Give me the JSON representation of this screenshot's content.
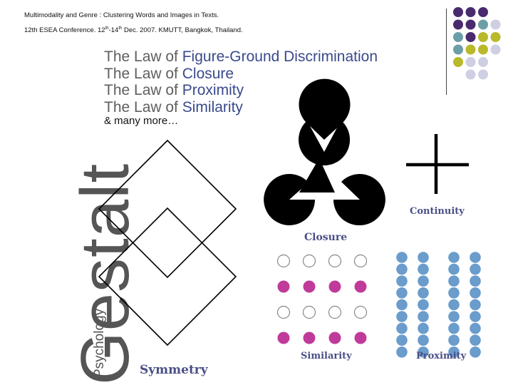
{
  "header": {
    "line1": "Multimodality and Genre : Clustering Words and Images in Texts.",
    "line2_a": "12th ESEA Conference. 12",
    "line2_sup1": "th",
    "line2_b": "-14",
    "line2_sup2": "th",
    "line2_c": " Dec. 2007. KMUTT, Bangkok, Thailand."
  },
  "laws": [
    {
      "prefix": "The Law of ",
      "name": "Figure-Ground Discrimination"
    },
    {
      "prefix": "The Law of ",
      "name": "Closure"
    },
    {
      "prefix": "The Law of ",
      "name": "Proximity"
    },
    {
      "prefix": "The Law of ",
      "name": "Similarity"
    }
  ],
  "more": "& many more…",
  "side_title": "Gestalt",
  "side_subtitle": "Psychology",
  "captions": {
    "continuity": "Continuity",
    "closure": "Closure",
    "similarity": "Similarity",
    "proximity": "Proximity",
    "symmetry": "Symmetry"
  },
  "colors": {
    "dot_purple": "#4a2a6e",
    "dot_teal": "#6b9ea6",
    "dot_olive": "#b9b92a",
    "dot_lavender": "#cfcfe3",
    "similarity_magenta": "#c03a9a",
    "proximity_blue": "#6a9ccc"
  },
  "decoration_grid": [
    [
      "purple",
      "purple",
      "purple",
      null
    ],
    [
      "purple",
      "purple",
      "teal",
      "lavender"
    ],
    [
      "teal",
      "purple",
      "olive",
      "olive"
    ],
    [
      "teal",
      "olive",
      "olive",
      "lavender"
    ],
    [
      "olive",
      "lavender",
      "lavender",
      null
    ],
    [
      null,
      "lavender",
      "lavender",
      null
    ]
  ]
}
